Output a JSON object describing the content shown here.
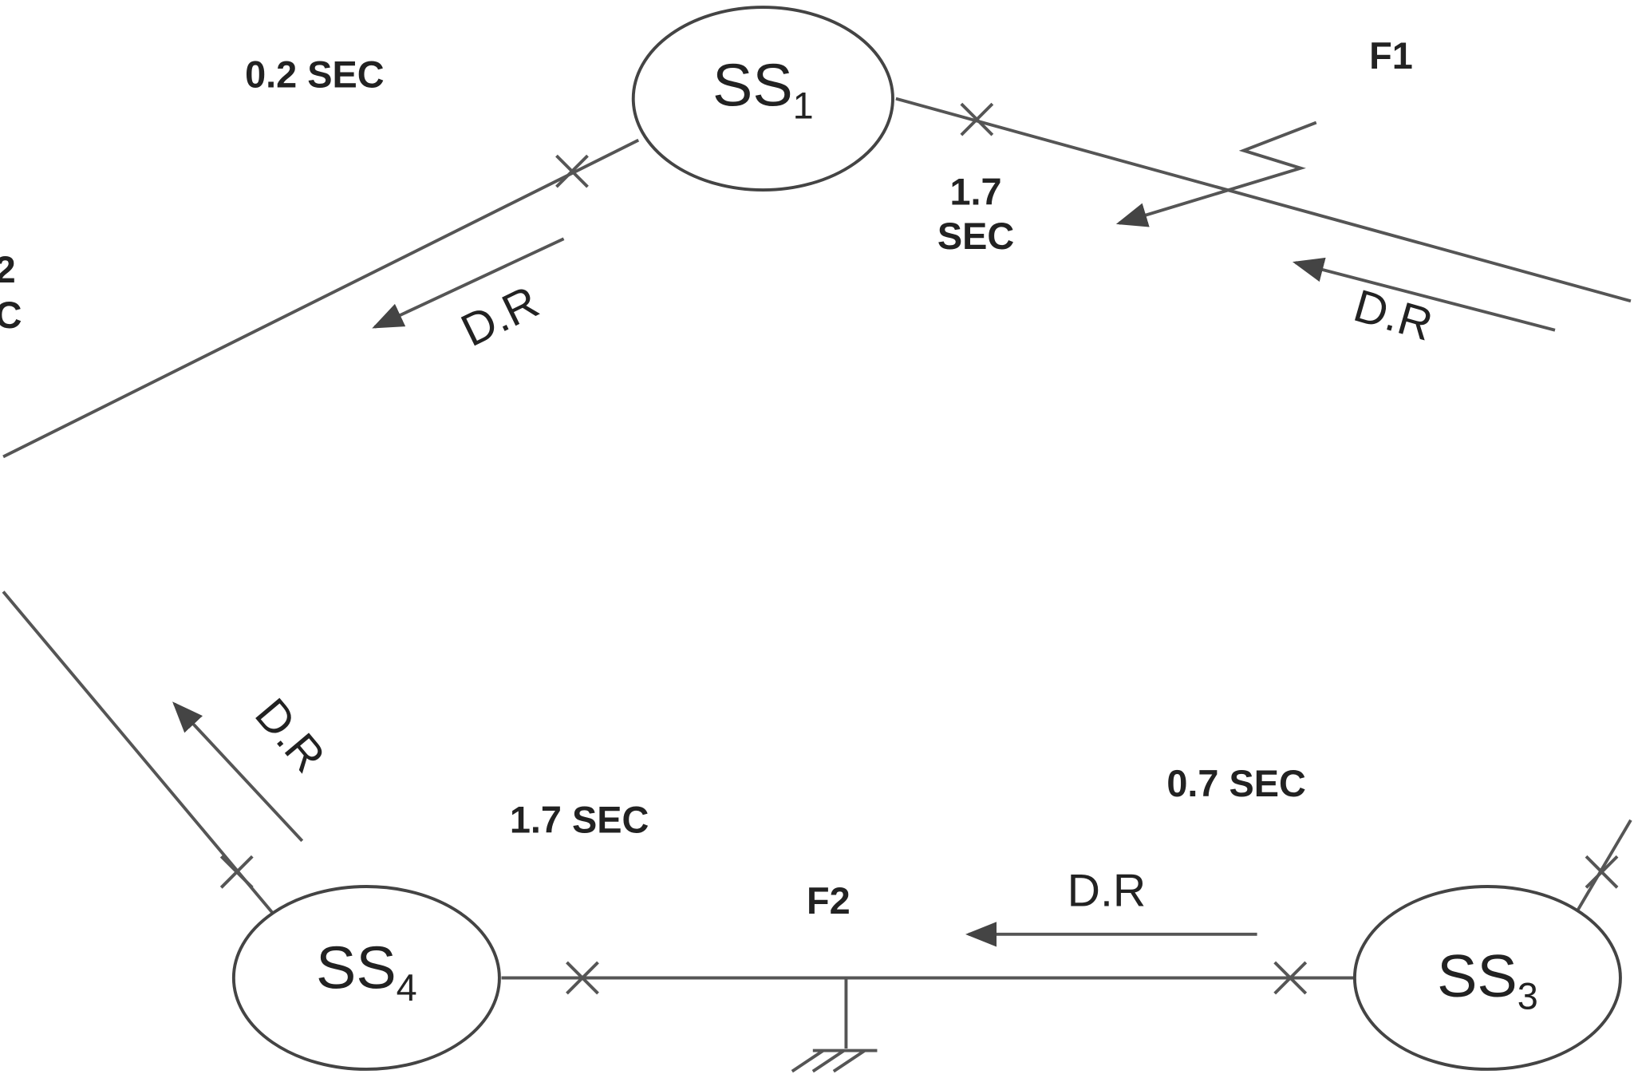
{
  "title": "Ring main distribution system with directional relays",
  "substations": [
    {
      "name": "SS",
      "sub": "1"
    },
    {
      "name": "SS",
      "sub": "3"
    },
    {
      "name": "SS",
      "sub": "4"
    }
  ],
  "times": {
    "top_left": "0.2 SEC",
    "top_mid_1": "1.7",
    "top_mid_2": "SEC",
    "left_cut_1": "2",
    "left_cut_2": "C",
    "bottom_left": "1.7 SEC",
    "bottom_right": "0.7 SEC"
  },
  "faults": {
    "f1": "F1",
    "f2": "F2"
  },
  "relay_label": "D.R",
  "colors": {
    "line": "#555555",
    "text": "#222222"
  }
}
